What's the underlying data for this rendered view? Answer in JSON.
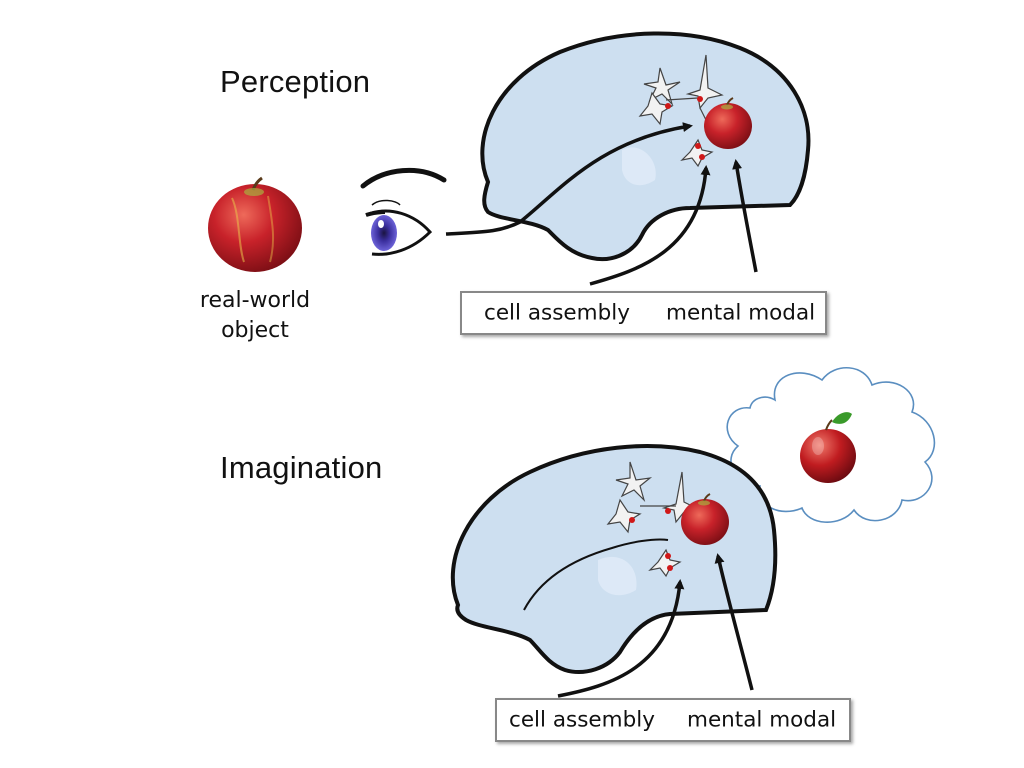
{
  "perception": {
    "title": "Perception",
    "object_label_line1": "real-world",
    "object_label_line2": "object",
    "label_cell_assembly": "cell assembly",
    "label_mental_model": "mental modal"
  },
  "imagination": {
    "title": "Imagination",
    "label_cell_assembly": "cell assembly",
    "label_mental_model": "mental modal"
  },
  "colors": {
    "brain_fill": "#cddff0",
    "brain_outline": "#111111",
    "apple_red": "#c0202a",
    "apple_highlight": "#e8565a",
    "leaf_green": "#3a9a2a",
    "iris_purple": "#4b3fb8",
    "neuron_fill": "#f2f2f2",
    "neuron_dot": "#d01818",
    "cloud_outline": "#5a8ec0",
    "label_border": "#888888"
  },
  "icons": [
    "apple-icon",
    "eye-icon",
    "brain-icon",
    "neuron-icon",
    "thought-cloud-icon",
    "arrow-icon"
  ]
}
